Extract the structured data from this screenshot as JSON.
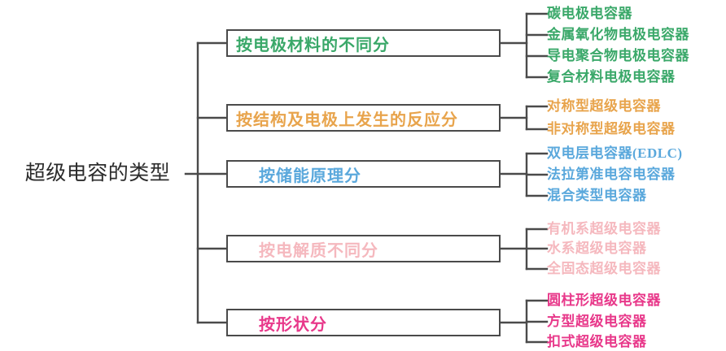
{
  "diagram": {
    "type": "mind-map",
    "root": {
      "label": "超级电容的类型"
    },
    "colors": {
      "line": "#4a4a4a",
      "root_text": "#2b2b2b",
      "green": "#3aa869",
      "orange": "#e8a44c",
      "blue": "#5aa8dc",
      "lightpink": "#f5b8be",
      "magenta": "#e8388a"
    },
    "branches": [
      {
        "label": "按电极材料的不同分",
        "color_key": "green",
        "color": "#3aa869",
        "leaves": [
          "碳电极电容器",
          "金属氧化物电极电容器",
          "导电聚合物电极电容器",
          "复合材料电极电容器"
        ]
      },
      {
        "label": "按结构及电极上发生的反应分",
        "color_key": "orange",
        "color": "#e8a44c",
        "leaves": [
          "对称型超级电容器",
          "非对称型超级电容器"
        ]
      },
      {
        "label": "按储能原理分",
        "color_key": "blue",
        "color": "#5aa8dc",
        "leaves": [
          "双电层电容器(EDLC)",
          "法拉第准电容电容器",
          "混合类型电容器"
        ]
      },
      {
        "label": "按电解质不同分",
        "color_key": "lightpink",
        "color": "#f5b8be",
        "leaves": [
          "有机系超级电容器",
          "水系超级电容器",
          "全固态超级电容器"
        ]
      },
      {
        "label": "按形状分",
        "color_key": "magenta",
        "color": "#e8388a",
        "leaves": [
          "圆柱形超级电容器",
          "方型超级电容器",
          "扣式超级电容器"
        ]
      }
    ]
  }
}
